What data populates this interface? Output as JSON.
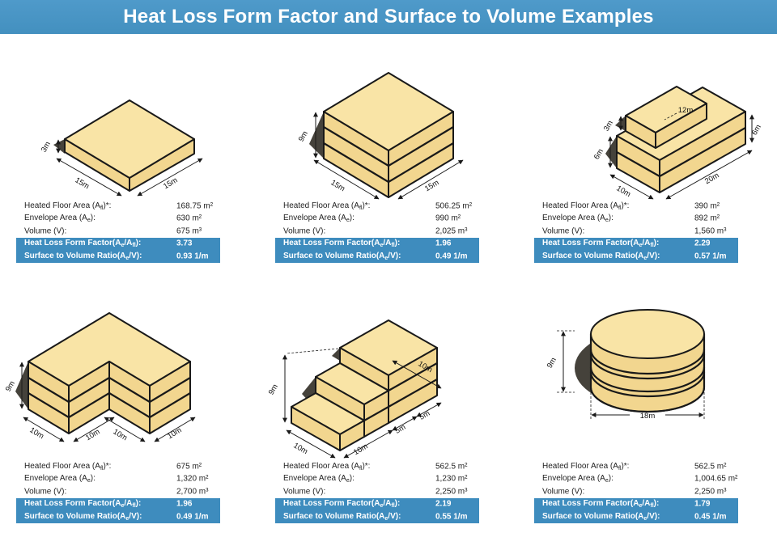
{
  "title": "Heat Loss Form Factor and Surface to Volume Examples",
  "colors": {
    "header_bg": "#4A94C4",
    "highlight_row_bg": "#3E8CBE",
    "shape_top": "#F9E4A6",
    "shape_side": "#F2D68F",
    "outline": "#191919",
    "shadow": "#45423B"
  },
  "row_labels": {
    "heated": {
      "pre": "Heated Floor Area (A",
      "sub": "fl",
      "post": ")*:"
    },
    "envelope": {
      "pre": "Envelope Area (A",
      "sub": "e",
      "post": "):"
    },
    "volume": {
      "pre": "Volume (V):"
    },
    "form_factor": {
      "pre": "Heat Loss Form Factor(A",
      "sub1": "e",
      "mid": "/A",
      "sub2": "fl",
      "post": "):"
    },
    "surface": {
      "pre": "Surface to Volume Ratio(A",
      "sub1": "e",
      "post": "/V):"
    }
  },
  "panels": [
    {
      "shape": "single-storey-square-slab",
      "dims": {
        "height": "3m",
        "left": "15m",
        "right": "15m"
      },
      "values": {
        "heated": "168.75 m²",
        "envelope": "630 m²",
        "volume": "675 m³",
        "form_factor": "3.73",
        "surface": "0.93 1/m"
      }
    },
    {
      "shape": "three-storey-square-block",
      "dims": {
        "height": "9m",
        "left": "15m",
        "right": "15m"
      },
      "values": {
        "heated": "506.25 m²",
        "envelope": "990 m²",
        "volume": "2,025 m³",
        "form_factor": "1.96",
        "surface": "0.49 1/m"
      }
    },
    {
      "shape": "stepped-two-plus-one-storey-block",
      "dims": {
        "upper_height": "3m",
        "lower_height": "6m",
        "depth": "10m",
        "top_length": "12m",
        "length": "20m",
        "right_height": "6m"
      },
      "values": {
        "heated": "390 m²",
        "envelope": "892 m²",
        "volume": "1,560 m³",
        "form_factor": "2.29",
        "surface": "0.57 1/m"
      }
    },
    {
      "shape": "l-shaped-three-storey-block",
      "dims": {
        "height": "9m",
        "left": "10m",
        "bottom_left": "10m",
        "bottom_right": "10m",
        "right": "10m"
      },
      "values": {
        "heated": "675 m²",
        "envelope": "1,320 m²",
        "volume": "2,700 m³",
        "form_factor": "1.96",
        "surface": "0.49 1/m"
      }
    },
    {
      "shape": "terraced-step-three-storey-block",
      "dims": {
        "height": "9m",
        "left": "10m",
        "bottom_1": "10m",
        "bottom_2": "5m",
        "bottom_3": "5m",
        "right": "10m"
      },
      "values": {
        "heated": "562.5 m²",
        "envelope": "1,230 m²",
        "volume": "2,250 m³",
        "form_factor": "2.19",
        "surface": "0.55 1/m"
      }
    },
    {
      "shape": "three-storey-cylinder",
      "dims": {
        "height": "9m",
        "diameter": "18m"
      },
      "values": {
        "heated": "562.5 m²",
        "envelope": "1,004.65 m²",
        "volume": "2,250 m³",
        "form_factor": "1.79",
        "surface": "0.45 1/m"
      }
    }
  ]
}
